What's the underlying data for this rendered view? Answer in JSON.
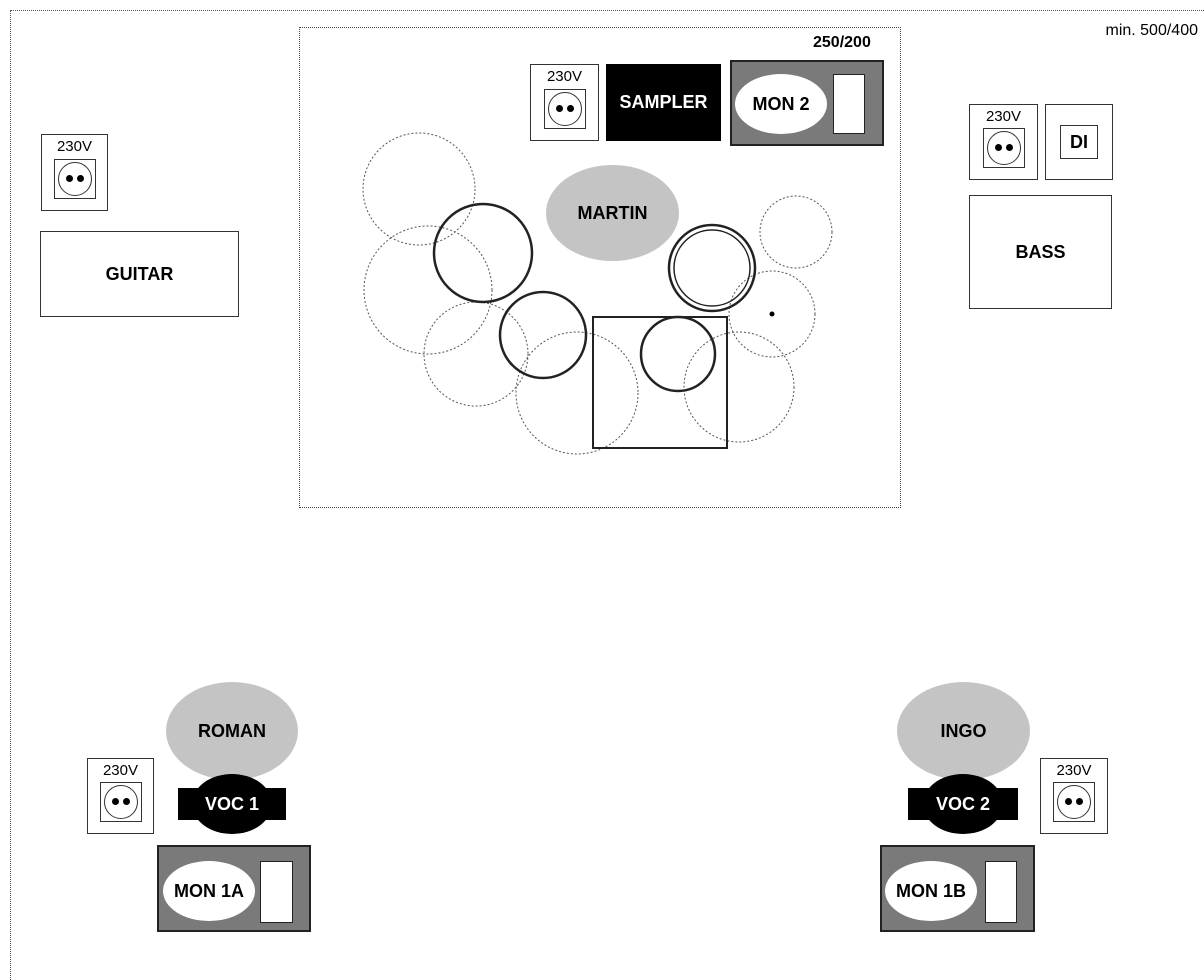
{
  "stage": {
    "size_label": "min. 500/400"
  },
  "riser": {
    "size_label": "250/200"
  },
  "power": {
    "label": "230V"
  },
  "equipment": {
    "sampler": "SAMPLER",
    "di": "DI",
    "guitar": "GUITAR",
    "bass": "BASS",
    "mon2": "MON 2",
    "mon1a": "MON 1A",
    "mon1b": "MON 1B",
    "voc1": "VOC 1",
    "voc2": "VOC 2"
  },
  "people": {
    "martin": "MARTIN",
    "roman": "ROMAN",
    "ingo": "INGO"
  },
  "colors": {
    "person_fill": "#c4c4c4",
    "monitor_fill": "#7a7a7a",
    "sampler_fill": "#000000"
  }
}
